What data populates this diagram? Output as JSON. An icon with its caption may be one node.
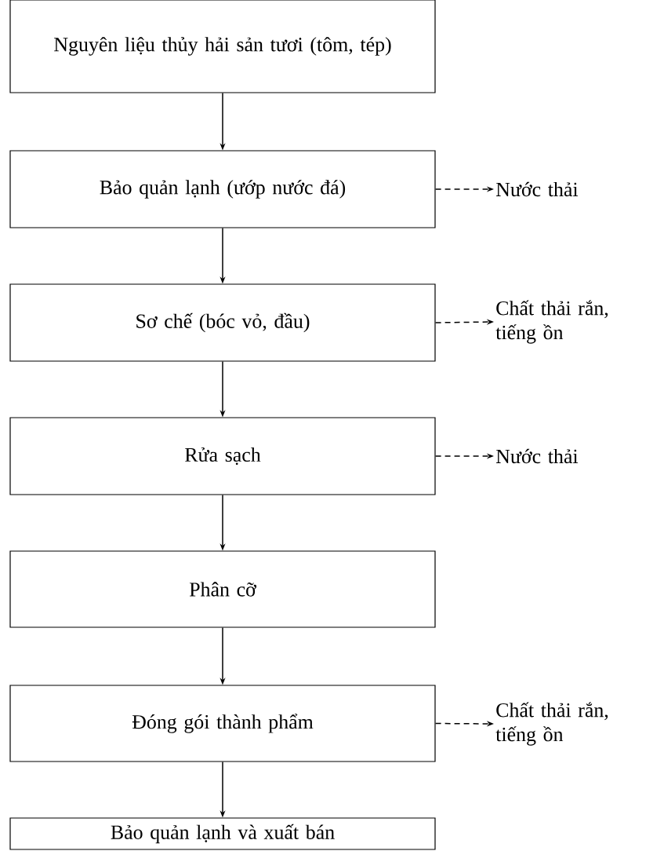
{
  "diagram": {
    "nodes": [
      {
        "text": [
          "Nguyên liệu thủy hải sản tươi (tôm, tép)"
        ]
      },
      {
        "text": [
          "Bảo quản lạnh (ướp nước đá)"
        ]
      },
      {
        "text": [
          "Sơ chế (bóc vỏ, đầu)"
        ]
      },
      {
        "text": [
          "Rửa sạch"
        ]
      },
      {
        "text": [
          "Phân cỡ"
        ]
      },
      {
        "text": [
          "Đóng gói thành phẩm"
        ]
      },
      {
        "text": [
          "Bảo quản lạnh và xuất bán"
        ]
      },
      {
        "text": [
          "Nước thải"
        ]
      },
      {
        "text": [
          "Chất thải rắn, tiếng ồn"
        ]
      },
      {
        "text": [
          "Nước thải"
        ]
      },
      {
        "text": [
          "Chất thải rắn, tiếng ồn"
        ]
      }
    ],
    "edges": [
      {
        "from": 0,
        "to": 1,
        "arrow": "to"
      },
      {
        "from": 1,
        "to": 2,
        "arrow": "to"
      },
      {
        "from": 2,
        "to": 3,
        "arrow": "to"
      },
      {
        "from": 3,
        "to": 4,
        "arrow": "to"
      },
      {
        "from": 4,
        "to": 5,
        "arrow": "to"
      },
      {
        "from": 5,
        "to": 6,
        "arrow": "to"
      },
      {
        "from": 1,
        "to": 7,
        "arrow": "to",
        "style": "dashed"
      },
      {
        "from": 2,
        "to": 8,
        "arrow": "to",
        "style": "dashed"
      },
      {
        "from": 3,
        "to": 9,
        "arrow": "to",
        "style": "dashed"
      },
      {
        "from": 5,
        "to": 10,
        "arrow": "to",
        "style": "dashed"
      }
    ]
  }
}
